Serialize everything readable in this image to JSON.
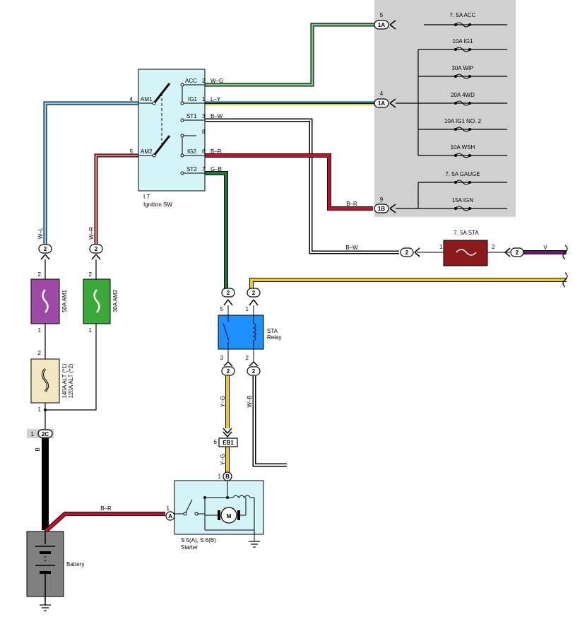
{
  "fuse_box": {
    "fuses": [
      {
        "name": "7. 5A ACC"
      },
      {
        "name": "10A IG1"
      },
      {
        "name": "30A WIP"
      },
      {
        "name": "20A 4WD"
      },
      {
        "name": "10A IG1 NO. 2"
      },
      {
        "name": "10A WSH"
      },
      {
        "name": "7. 5A GAUGE"
      },
      {
        "name": "15A IGN"
      }
    ],
    "connectors": [
      {
        "id": "1A",
        "pin": "5"
      },
      {
        "id": "1A",
        "pin": "4"
      },
      {
        "id": "1B",
        "pin": "9"
      }
    ]
  },
  "ignition_switch": {
    "ref": "I 7",
    "name": "Ignition SW",
    "left_terminals": [
      {
        "pin": "4",
        "name": "AM1"
      },
      {
        "pin": "5",
        "name": "AM2"
      }
    ],
    "right_terminals": [
      {
        "name": "ACC",
        "pin": "2",
        "wire": "W–G"
      },
      {
        "name": "IG1",
        "pin": "1",
        "wire": "L–Y"
      },
      {
        "name": "ST1",
        "pin": "3",
        "wire": "B–W"
      },
      {
        "name": "",
        "pin": "8",
        "wire": ""
      },
      {
        "name": "IG2",
        "pin": "6",
        "wire": "B–R"
      },
      {
        "name": "ST2",
        "pin": "7",
        "wire": "G–B"
      }
    ]
  },
  "fuses": {
    "am1": {
      "name": "50A AM1",
      "pin_top": "2",
      "pin_bottom": "1",
      "color": "#9c4aa6"
    },
    "am2": {
      "name": "30A AM2",
      "pin_top": "2",
      "pin_bottom": "1",
      "color": "#3aa83a"
    },
    "alt": {
      "name_line1": "140A ALT (*1)",
      "name_line2": "120A ALT (*2)",
      "pin_top": "2",
      "pin_bottom": "1",
      "color": "#f4e8c4"
    },
    "sta": {
      "name": "7. 5A STA",
      "pin_left": "1",
      "pin_right": "2",
      "color": "#8b1a1a"
    }
  },
  "wires": {
    "w_l": "W–L",
    "w_r": "W–R",
    "b_r_top": "B–R",
    "b_w": "B–W",
    "v": "V",
    "y_g_1": "Y–G",
    "w_b": "W–B",
    "y_g_2": "Y–G",
    "b": "B",
    "b_r_bottom": "B–R"
  },
  "connectors": {
    "c2": "2",
    "c2c": "2C",
    "c2c_pin": "1",
    "eb1": "EB1",
    "eb1_pin": "6",
    "a": "A",
    "a_pin": "1",
    "b_conn": "B",
    "b_pin": "1"
  },
  "sta_relay": {
    "name_line1": "STA",
    "name_line2": "Relay",
    "pins": {
      "top_left": "5",
      "top_right": "1",
      "bottom_left": "3",
      "bottom_right": "2"
    }
  },
  "starter": {
    "name_line1": "S 5(A), S 6(B)",
    "name_line2": "Starter",
    "motor": "M"
  },
  "battery": {
    "name": "Battery"
  },
  "colors": {
    "wire_w_g": "#3aa04a",
    "wire_l_y": "#c8d83a",
    "wire_w_l": "#4aa8d8",
    "wire_w_r": "#c83232",
    "wire_b_r": "#c8102e",
    "wire_g_b": "#1f7a3a",
    "wire_y_g": "#f0c81e",
    "wire_v": "#6a1a6a",
    "relay": "#1e90ff",
    "switch_body": "#d4f4f8",
    "fuse_box_bg": "#d0d0d0"
  }
}
